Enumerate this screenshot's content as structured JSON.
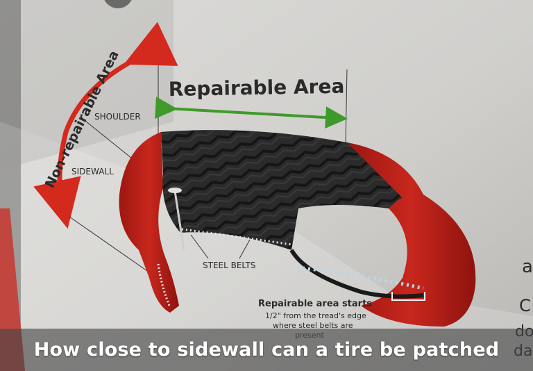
{
  "diagram": {
    "repairable_label": "Repairable Area",
    "nonrepairable_label": "Non-repairable Area",
    "shoulder_label": "SHOULDER",
    "sidewall_label": "SIDEWALL",
    "steel_belts_label": "STEEL BELTS",
    "repair_start_title": "Repairable area starts",
    "repair_start_line1": "1/2\" from the tread's edge",
    "repair_start_line2": "where steel belts are",
    "repair_start_line3": "present",
    "right_edge_text": [
      "a",
      "C",
      "do",
      "da"
    ],
    "colors": {
      "poster": "#e8e7e5",
      "arrow_red": "#d42a1e",
      "arrow_green": "#3f9a2a",
      "tire_red": "#b51e17",
      "tread_dark": "#262626"
    }
  },
  "caption": {
    "text": "How close to sidewall can a tire be patched"
  }
}
